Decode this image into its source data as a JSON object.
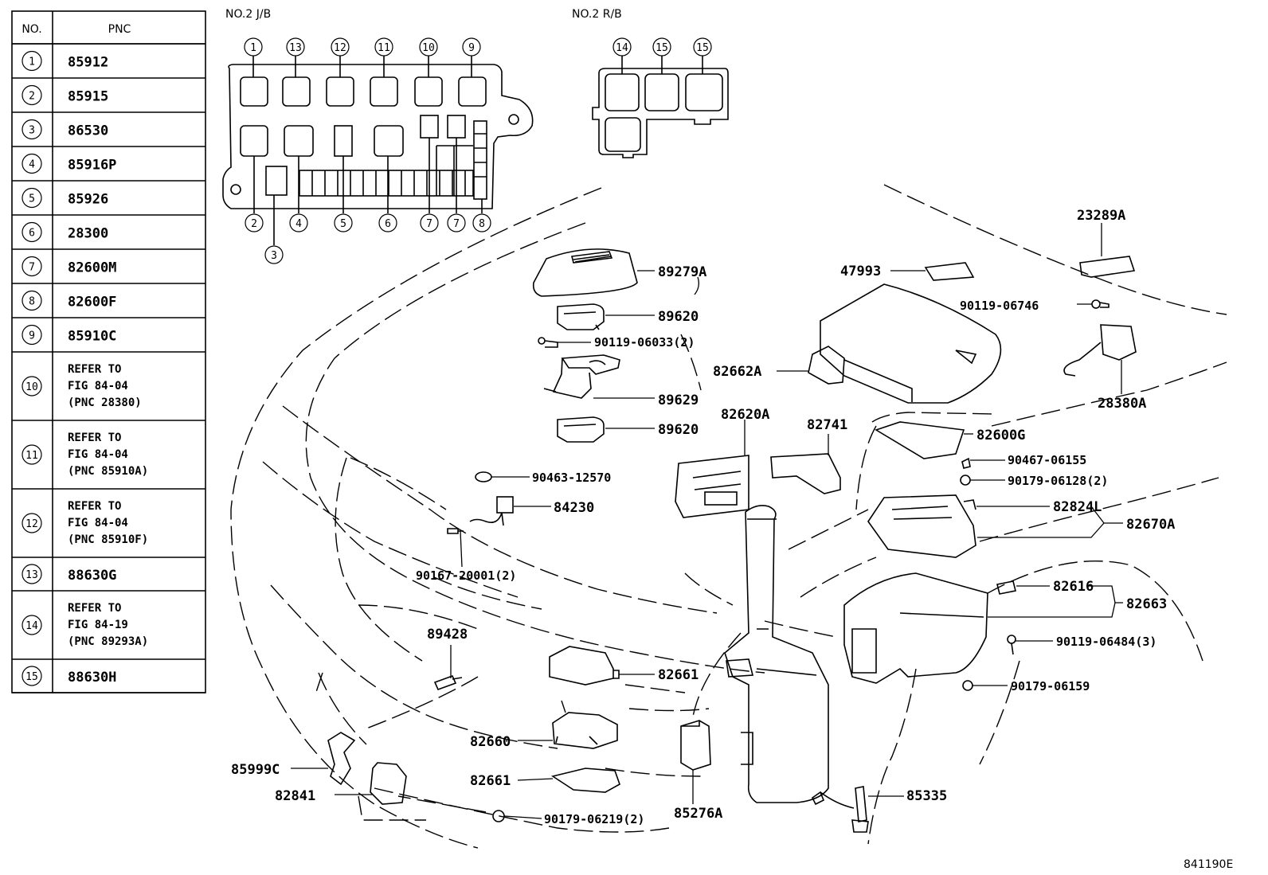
{
  "table": {
    "header_no": "NO.",
    "header_pnc": "PNC",
    "rows": [
      {
        "no": "1",
        "pnc": [
          "85912"
        ]
      },
      {
        "no": "2",
        "pnc": [
          "85915"
        ]
      },
      {
        "no": "3",
        "pnc": [
          "86530"
        ]
      },
      {
        "no": "4",
        "pnc": [
          "85916P"
        ]
      },
      {
        "no": "5",
        "pnc": [
          "85926"
        ]
      },
      {
        "no": "6",
        "pnc": [
          "28300"
        ]
      },
      {
        "no": "7",
        "pnc": [
          "82600M"
        ]
      },
      {
        "no": "8",
        "pnc": [
          "82600F"
        ]
      },
      {
        "no": "9",
        "pnc": [
          "85910C"
        ]
      },
      {
        "no": "10",
        "pnc": [
          "REFER TO",
          "FIG 84-04",
          "(PNC 28380)"
        ]
      },
      {
        "no": "11",
        "pnc": [
          "REFER TO",
          "FIG 84-04",
          "(PNC 85910A)"
        ]
      },
      {
        "no": "12",
        "pnc": [
          "REFER TO",
          "FIG 84-04",
          "(PNC 85910F)"
        ]
      },
      {
        "no": "13",
        "pnc": [
          "88630G"
        ]
      },
      {
        "no": "14",
        "pnc": [
          "REFER TO",
          "FIG 84-19",
          "(PNC 89293A)"
        ]
      },
      {
        "no": "15",
        "pnc": [
          "88630H"
        ]
      }
    ]
  },
  "jb2": {
    "title": "NO.2 J/B",
    "top_callouts": [
      "1",
      "13",
      "12",
      "11",
      "10",
      "9"
    ],
    "bottom_callouts": [
      "2",
      "4",
      "5",
      "6",
      "7",
      "7",
      "8"
    ],
    "extra_callout": "3"
  },
  "rb2": {
    "title": "NO.2 R/B",
    "callouts": [
      "14",
      "15",
      "15"
    ]
  },
  "parts": [
    "89279A",
    "89620",
    "90119-06033(2)",
    "89629",
    "89620",
    "90463-12570",
    "84230",
    "90167-20001(2)",
    "89428",
    "82661",
    "82660",
    "82661",
    "85999C",
    "82841",
    "90179-06219(2)",
    "85276A",
    "85335",
    "82620A",
    "82741",
    "47993",
    "82662A",
    "23289A",
    "90119-06746",
    "28380A",
    "82600G",
    "90467-06155",
    "90179-06128(2)",
    "82824L",
    "82670A",
    "82616",
    "82663",
    "90119-06484(3)",
    "90179-06159"
  ],
  "figure_number": "841190E"
}
